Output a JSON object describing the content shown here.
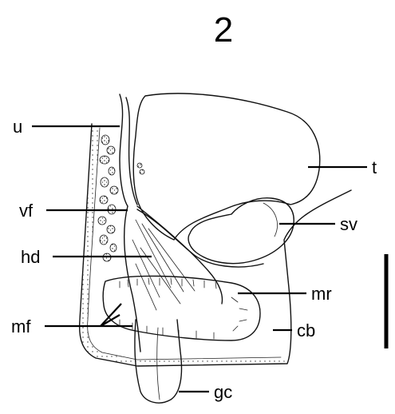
{
  "figure": {
    "number": "2",
    "labels": {
      "u": "u",
      "t": "t",
      "vf": "vf",
      "sv": "sv",
      "hd": "hd",
      "mr": "mr",
      "mf": "mf",
      "cb": "cb",
      "gc": "gc"
    }
  }
}
